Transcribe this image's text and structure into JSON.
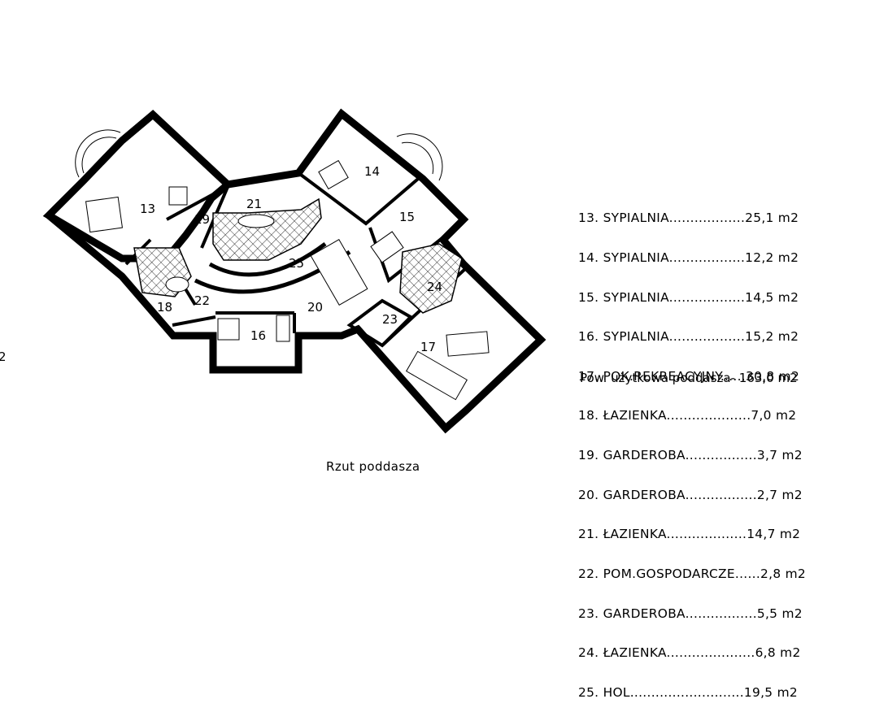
{
  "plan": {
    "caption": "Rzut poddasza",
    "stray_mark": "2",
    "rooms": [
      {
        "num": "13",
        "name": "SYPIALNIA",
        "area": "25,1 m2"
      },
      {
        "num": "14",
        "name": "SYPIALNIA",
        "area": "12,2 m2"
      },
      {
        "num": "15",
        "name": "SYPIALNIA",
        "area": "14,5 m2"
      },
      {
        "num": "16",
        "name": "SYPIALNIA",
        "area": "15,2 m2"
      },
      {
        "num": "17",
        "name": "POK.REKREACYJNY",
        "area": "30,8 m2"
      },
      {
        "num": "18",
        "name": "ŁAZIENKA",
        "area": "7,0 m2"
      },
      {
        "num": "19",
        "name": "GARDEROBA",
        "area": "3,7 m2"
      },
      {
        "num": "20",
        "name": "GARDEROBA",
        "area": "2,7 m2"
      },
      {
        "num": "21",
        "name": "ŁAZIENKA",
        "area": "14,7 m2"
      },
      {
        "num": "22",
        "name": "POM.GOSPODARCZE",
        "area": "2,8 m2"
      },
      {
        "num": "23",
        "name": "GARDEROBA",
        "area": "5,5 m2"
      },
      {
        "num": "24",
        "name": "ŁAZIENKA",
        "area": "6,8 m2"
      },
      {
        "num": "25",
        "name": "HOL",
        "area": "19,5 m2"
      }
    ],
    "legend_lines": [
      "13. SYPIALNIA..................25,1 m2",
      "14. SYPIALNIA..................12,2 m2",
      "15. SYPIALNIA..................14,5 m2",
      "16. SYPIALNIA..................15,2 m2",
      "17. POK.REKREACYJNY......30,8 m2",
      "18. ŁAZIENKA....................7,0 m2",
      "19. GARDEROBA.................3,7 m2",
      "20. GARDEROBA.................2,7 m2",
      "21. ŁAZIENKA...................14,7 m2",
      "22. POM.GOSPODARCZE......2,8 m2",
      "23. GARDEROBA.................5,5 m2",
      "24. ŁAZIENKA.....................6,8 m2",
      "25. HOL...........................19,5 m2"
    ],
    "summary": "Pow. użytkowa poddasza- 163,0 m2"
  }
}
